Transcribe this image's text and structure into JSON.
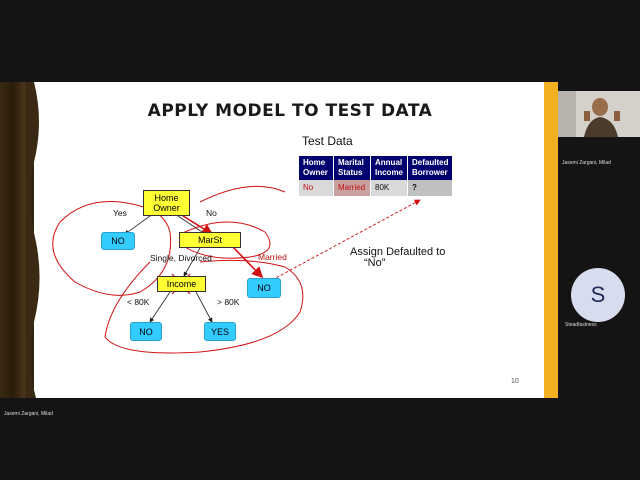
{
  "slide": {
    "title": "APPLY MODEL TO TEST DATA",
    "test_data_label": "Test Data",
    "table": {
      "headers": [
        [
          "Home",
          "Owner"
        ],
        [
          "Marital",
          "Status"
        ],
        [
          "Annual",
          "Income"
        ],
        [
          "Defaulted",
          "Borrower"
        ]
      ],
      "row": [
        "No",
        "Married",
        "80K",
        "?"
      ]
    },
    "tree": {
      "root": [
        "Home",
        "Owner"
      ],
      "yes_label": "Yes",
      "no_label": "No",
      "left_leaf": "NO",
      "marst": "MarSt",
      "single_label": "Single, Divorced",
      "married_label": "Married",
      "married_leaf": "NO",
      "income": "Income",
      "lt_label": "< 80K",
      "gt_label": "> 80K",
      "lt_leaf": "NO",
      "gt_leaf": "YES"
    },
    "assign_text": [
      "Assign Defaulted to",
      "“No”"
    ],
    "slide_number": "10"
  },
  "participants": {
    "presenter_name_bottom": "Jasemi Zargani, Milad",
    "video_name": "Jasemi Zargani, Milad",
    "avatar_initial": "S",
    "avatar_name": "Steadfastness"
  },
  "colors": {
    "table_header": "#00006e",
    "node_yellow": "#ffff33",
    "leaf_cyan": "#33ccff",
    "annotation_red": "#d01010",
    "slide_accent": "#f2b020"
  }
}
